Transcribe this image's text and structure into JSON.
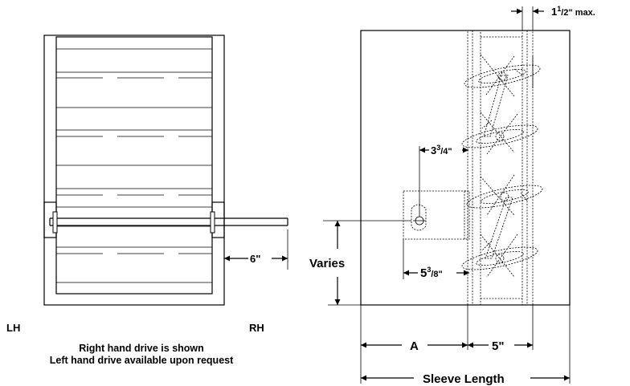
{
  "labels": {
    "lh": "LH",
    "rh": "RH",
    "note_line1": "Right hand drive is shown",
    "note_line2": "Left hand drive available upon request",
    "dim_6in": "6\"",
    "dim_max_whole": "1",
    "dim_max_num": "1",
    "dim_max_den": "/2\" max.",
    "dim_334_whole": "3",
    "dim_334_num": "3",
    "dim_334_den": "/4\"",
    "dim_538_whole": "5",
    "dim_538_num": "3",
    "dim_538_den": "/8\"",
    "varies": "Varies",
    "dim_a": "A",
    "dim_5in": "5\"",
    "sleeve_length": "Sleeve Length"
  }
}
